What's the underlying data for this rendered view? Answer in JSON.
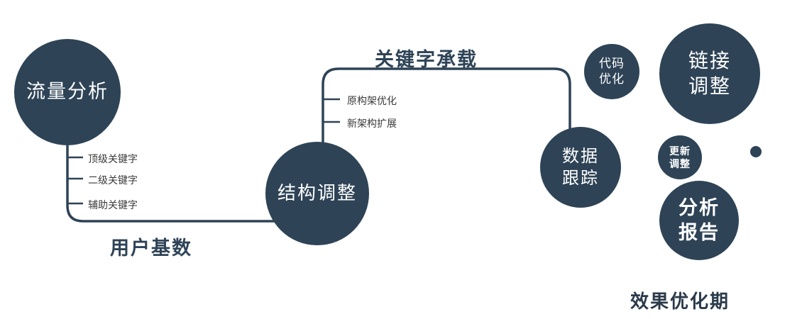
{
  "colors": {
    "primary": "#2e4356",
    "background": "#ffffff",
    "node_text": "#ffffff"
  },
  "nodes": {
    "traffic": {
      "label": "流量分析"
    },
    "structure": {
      "label": "结构调整"
    },
    "tracking": {
      "line1": "数据",
      "line2": "跟踪"
    },
    "code": {
      "line1": "代码",
      "line2": "优化"
    },
    "link": {
      "line1": "链接",
      "line2": "调整"
    },
    "update": {
      "line1": "更新",
      "line2": "调整"
    },
    "report": {
      "line1": "分析",
      "line2": "报告"
    }
  },
  "edges": {
    "user_base": "用户基数",
    "keyword_carry": "关键字承载"
  },
  "branches": {
    "traffic": [
      "顶级关键字",
      "二级关键字",
      "辅助关键字"
    ],
    "structure": [
      "原构架优化",
      "新架构扩展"
    ]
  },
  "footer": "效果优化期"
}
